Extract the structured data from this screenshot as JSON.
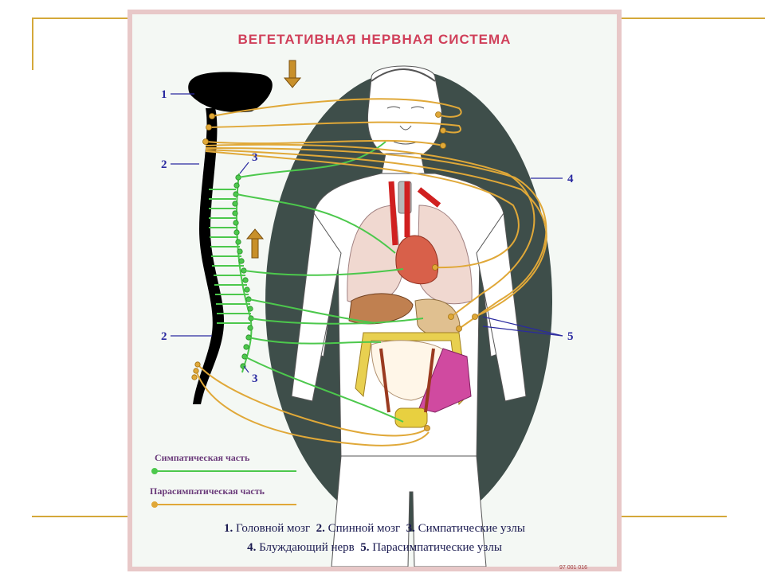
{
  "title": "ВЕГЕТАТИВНАЯ НЕРВНАЯ СИСТЕМА",
  "labels": {
    "l1": "1",
    "l2a": "2",
    "l2b": "2",
    "l3a": "3",
    "l3b": "3",
    "l4": "4",
    "l5": "5"
  },
  "legend": {
    "sympathetic": "Симпатическая часть",
    "parasympathetic": "Парасимпатическая часть",
    "sympathetic_color": "#4cc84c",
    "parasympathetic_color": "#e0a838"
  },
  "caption": {
    "line1": [
      {
        "num": "1.",
        "text": "Головной мозг"
      },
      {
        "num": "2.",
        "text": "Спинной мозг"
      },
      {
        "num": "3.",
        "text": "Симпатические узлы"
      }
    ],
    "line2": [
      {
        "num": "4.",
        "text": "Блуждающий нерв"
      },
      {
        "num": "5.",
        "text": "Парасимпатические узлы"
      }
    ]
  },
  "footer_code": "97  001  016",
  "colors": {
    "accent": "#d4a83a",
    "title": "#d0405a",
    "silhouette": "#3e4e4a",
    "spine": "#000000"
  }
}
